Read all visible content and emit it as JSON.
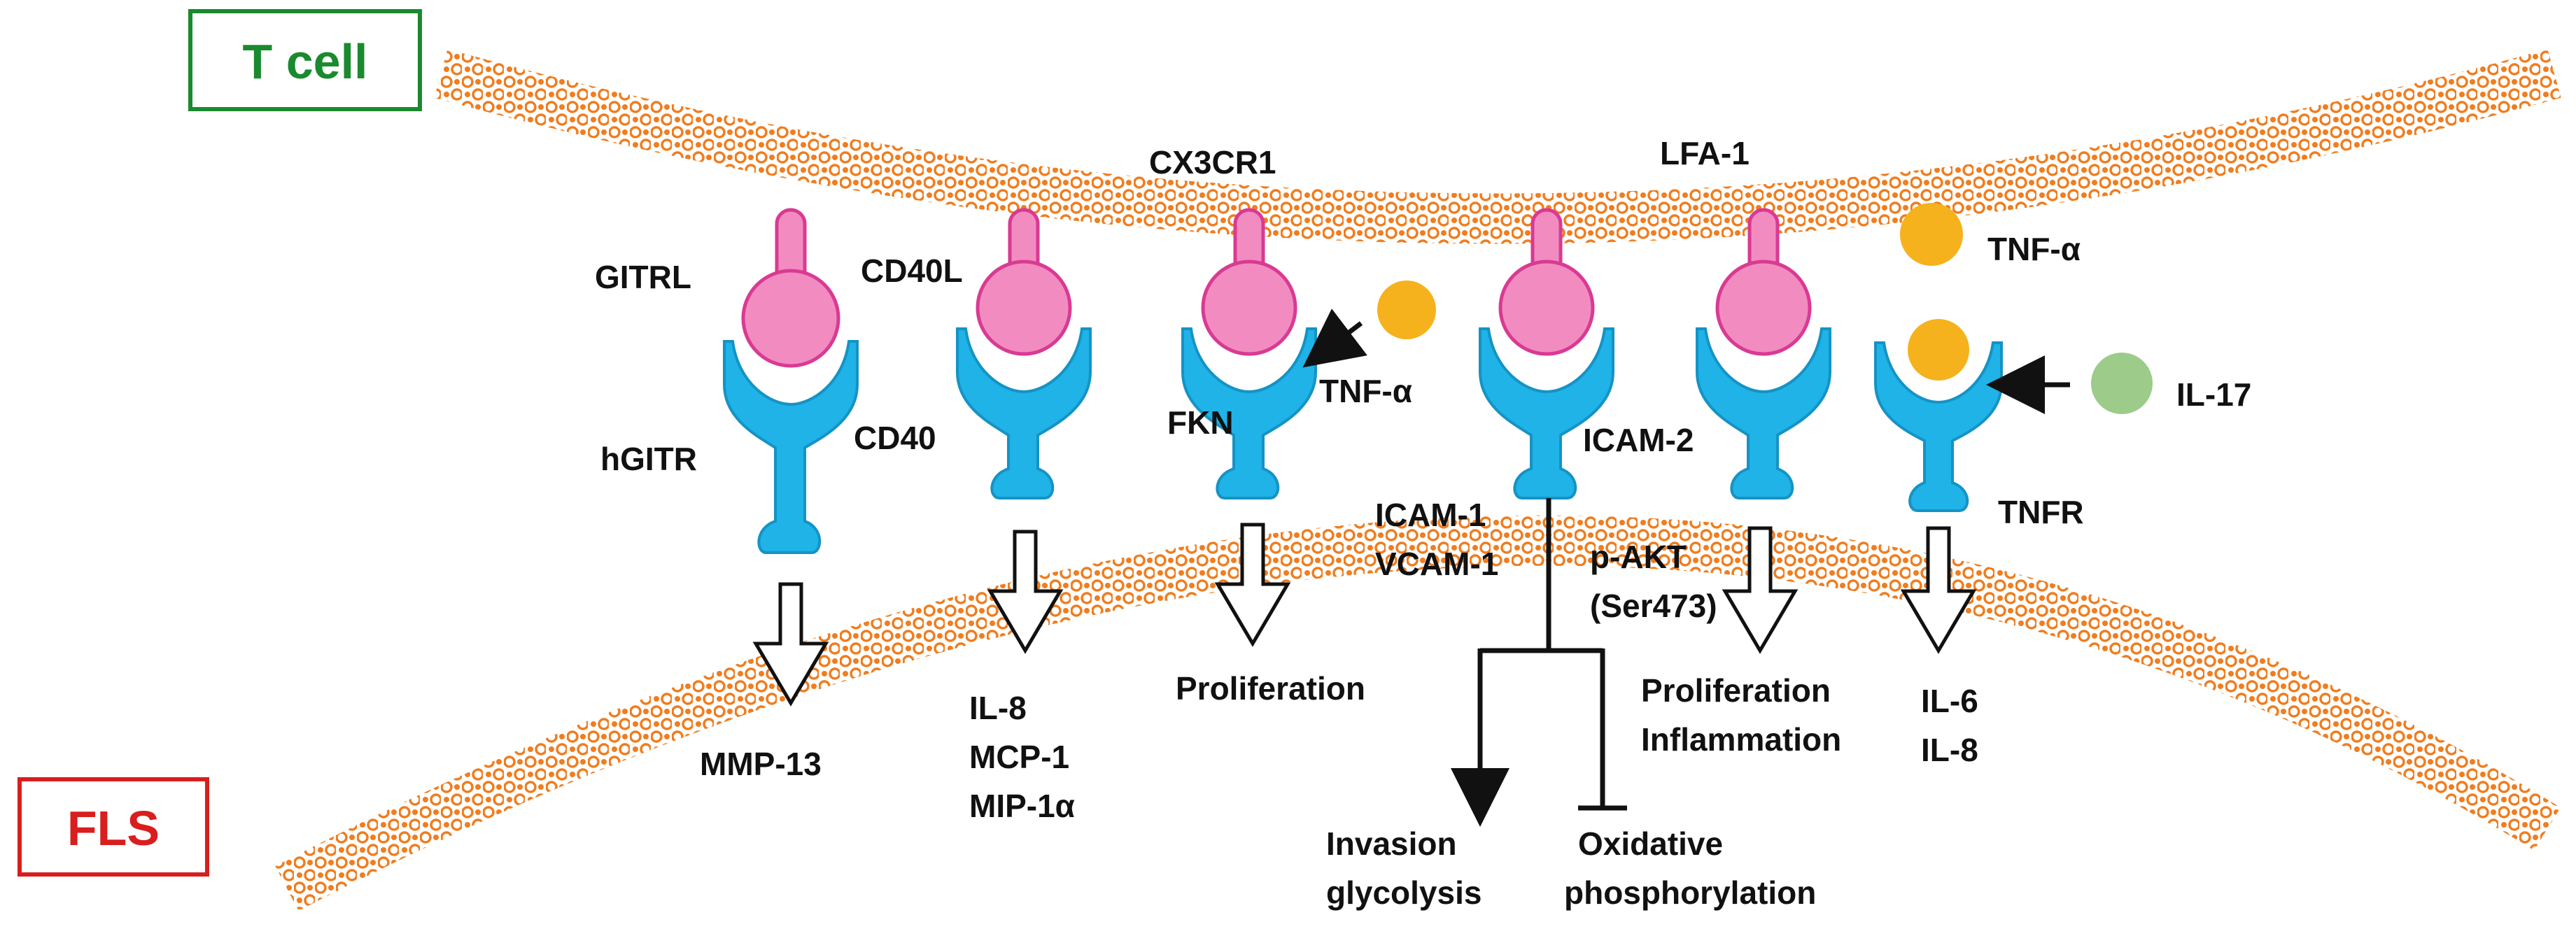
{
  "cells": {
    "t_cell": "T cell",
    "fls": "FLS"
  },
  "colors": {
    "t_cell_box": "#1a8a2e",
    "fls_box": "#d81e1e",
    "membrane": "#f07d1f",
    "ligand": "#f28cc0",
    "receptor": "#1fb3e8",
    "tnf": "#f5b21c",
    "il17": "#9ccb8a"
  },
  "labels": {
    "gitrl": "GITRL",
    "hgitr": "hGITR",
    "cd40l": "CD40L",
    "cd40": "CD40",
    "cx3cr1": "CX3CR1",
    "fkn": "FKN",
    "tnf_alpha_mid": "TNF-α",
    "lfa1": "LFA-1",
    "icam2": "ICAM-2",
    "tnf_alpha_top": "TNF-α",
    "il17": "IL-17",
    "tnfr": "TNFR"
  },
  "outputs": {
    "mmp13": "MMP-13",
    "il8": "IL-8",
    "mcp1": "MCP-1",
    "mip1a": "MIP-1α",
    "proliferation": "Proliferation",
    "icam1": "ICAM-1",
    "vcam1": "VCAM-1",
    "invasion": "Invasion",
    "glycolysis": "glycolysis",
    "oxidative": "Oxidative",
    "phosphorylation": "phosphorylation",
    "pakt": "p-AKT",
    "ser473": "(Ser473)",
    "proliferation2": "Proliferation",
    "inflammation": "Inflammation",
    "il6": "IL-6",
    "il8b": "IL-8"
  }
}
